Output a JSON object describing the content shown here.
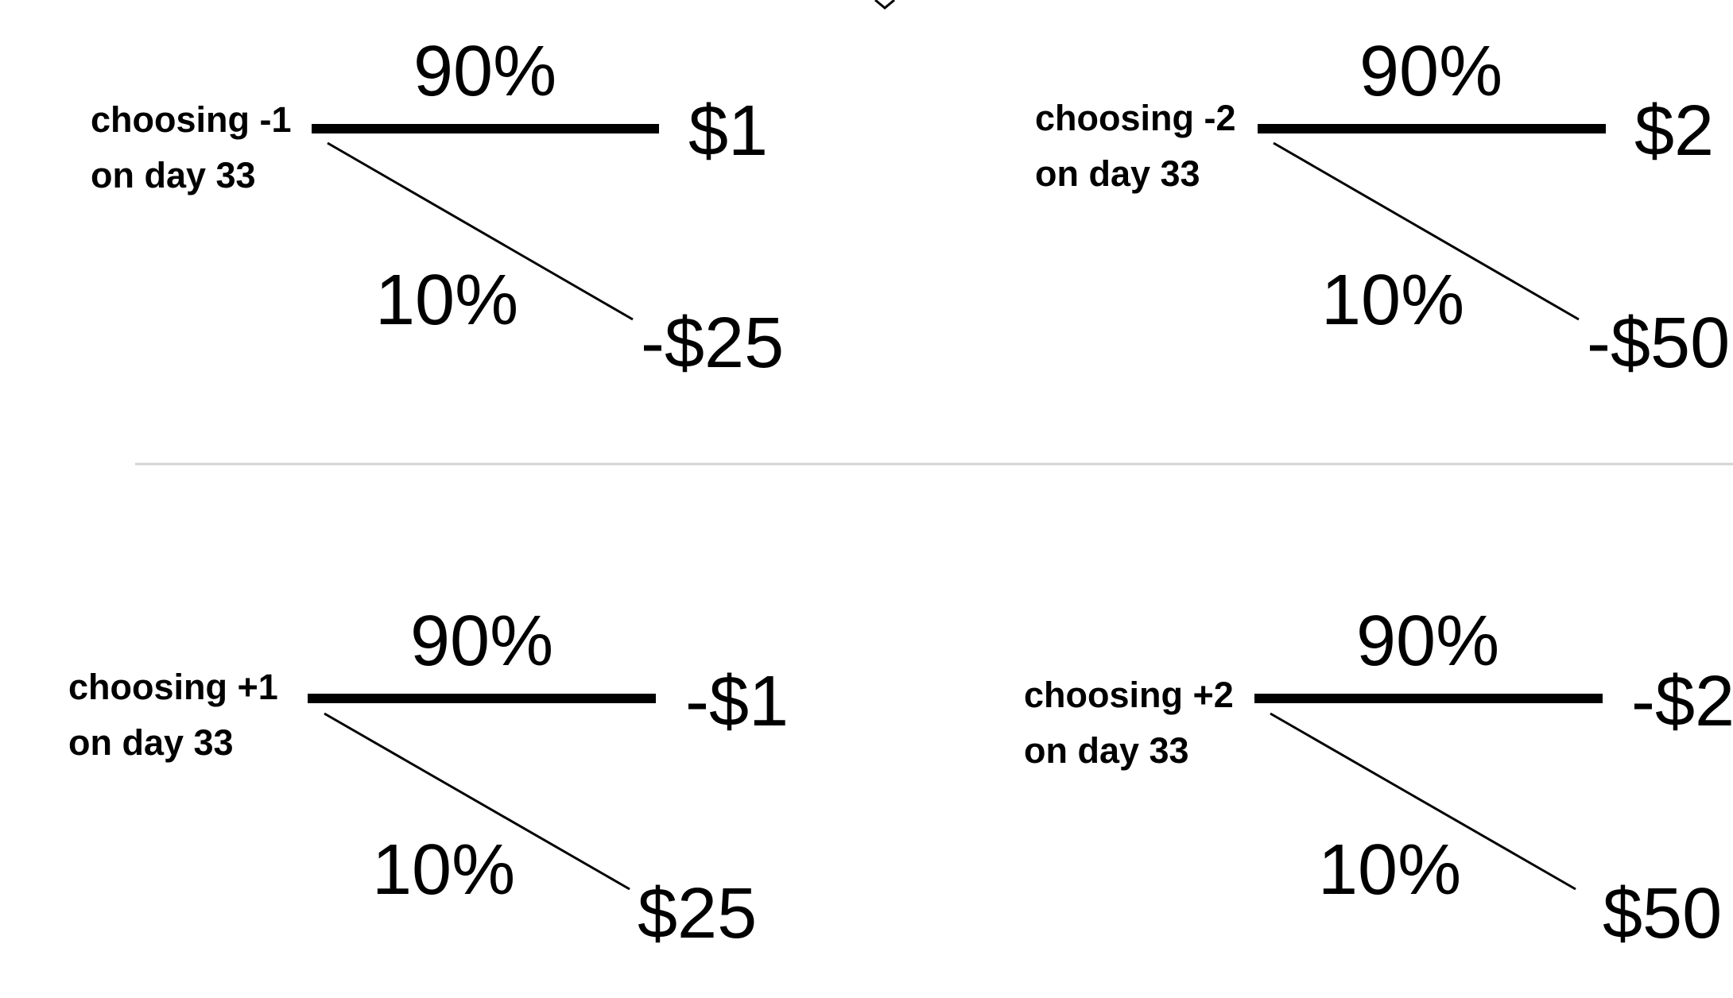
{
  "colors": {
    "ink": "#000000",
    "divider": "#d4d4d4",
    "background": "#ffffff"
  },
  "trees": [
    {
      "choice_line1": "choosing -1",
      "choice_line2": "on day 33",
      "upper_prob": "90%",
      "upper_payoff": "$1",
      "lower_prob": "10%",
      "lower_payoff": "-$25"
    },
    {
      "choice_line1": "choosing -2",
      "choice_line2": "on day 33",
      "upper_prob": "90%",
      "upper_payoff": "$2",
      "lower_prob": "10%",
      "lower_payoff": "-$50"
    },
    {
      "choice_line1": "choosing +1",
      "choice_line2": "on day 33",
      "upper_prob": "90%",
      "upper_payoff": "-$1",
      "lower_prob": "10%",
      "lower_payoff": "$25"
    },
    {
      "choice_line1": "choosing +2",
      "choice_line2": "on day 33",
      "upper_prob": "90%",
      "upper_payoff": "-$2",
      "lower_prob": "10%",
      "lower_payoff": "$50"
    }
  ]
}
